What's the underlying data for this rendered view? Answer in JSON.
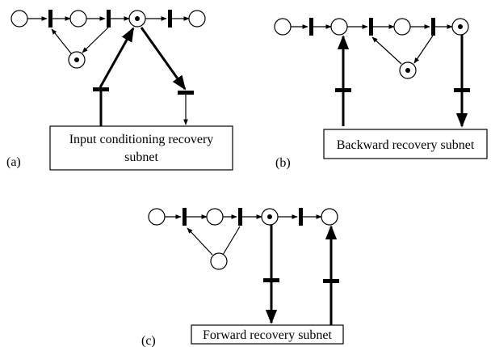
{
  "panels": [
    {
      "caption": "(a)",
      "subnet_lines": [
        "Input conditioning recovery",
        "subnet"
      ]
    },
    {
      "caption": "(b)",
      "subnet_lines": [
        "Backward recovery subnet"
      ]
    },
    {
      "caption": "(c)",
      "subnet_lines": [
        "Forward recovery subnet"
      ]
    }
  ]
}
